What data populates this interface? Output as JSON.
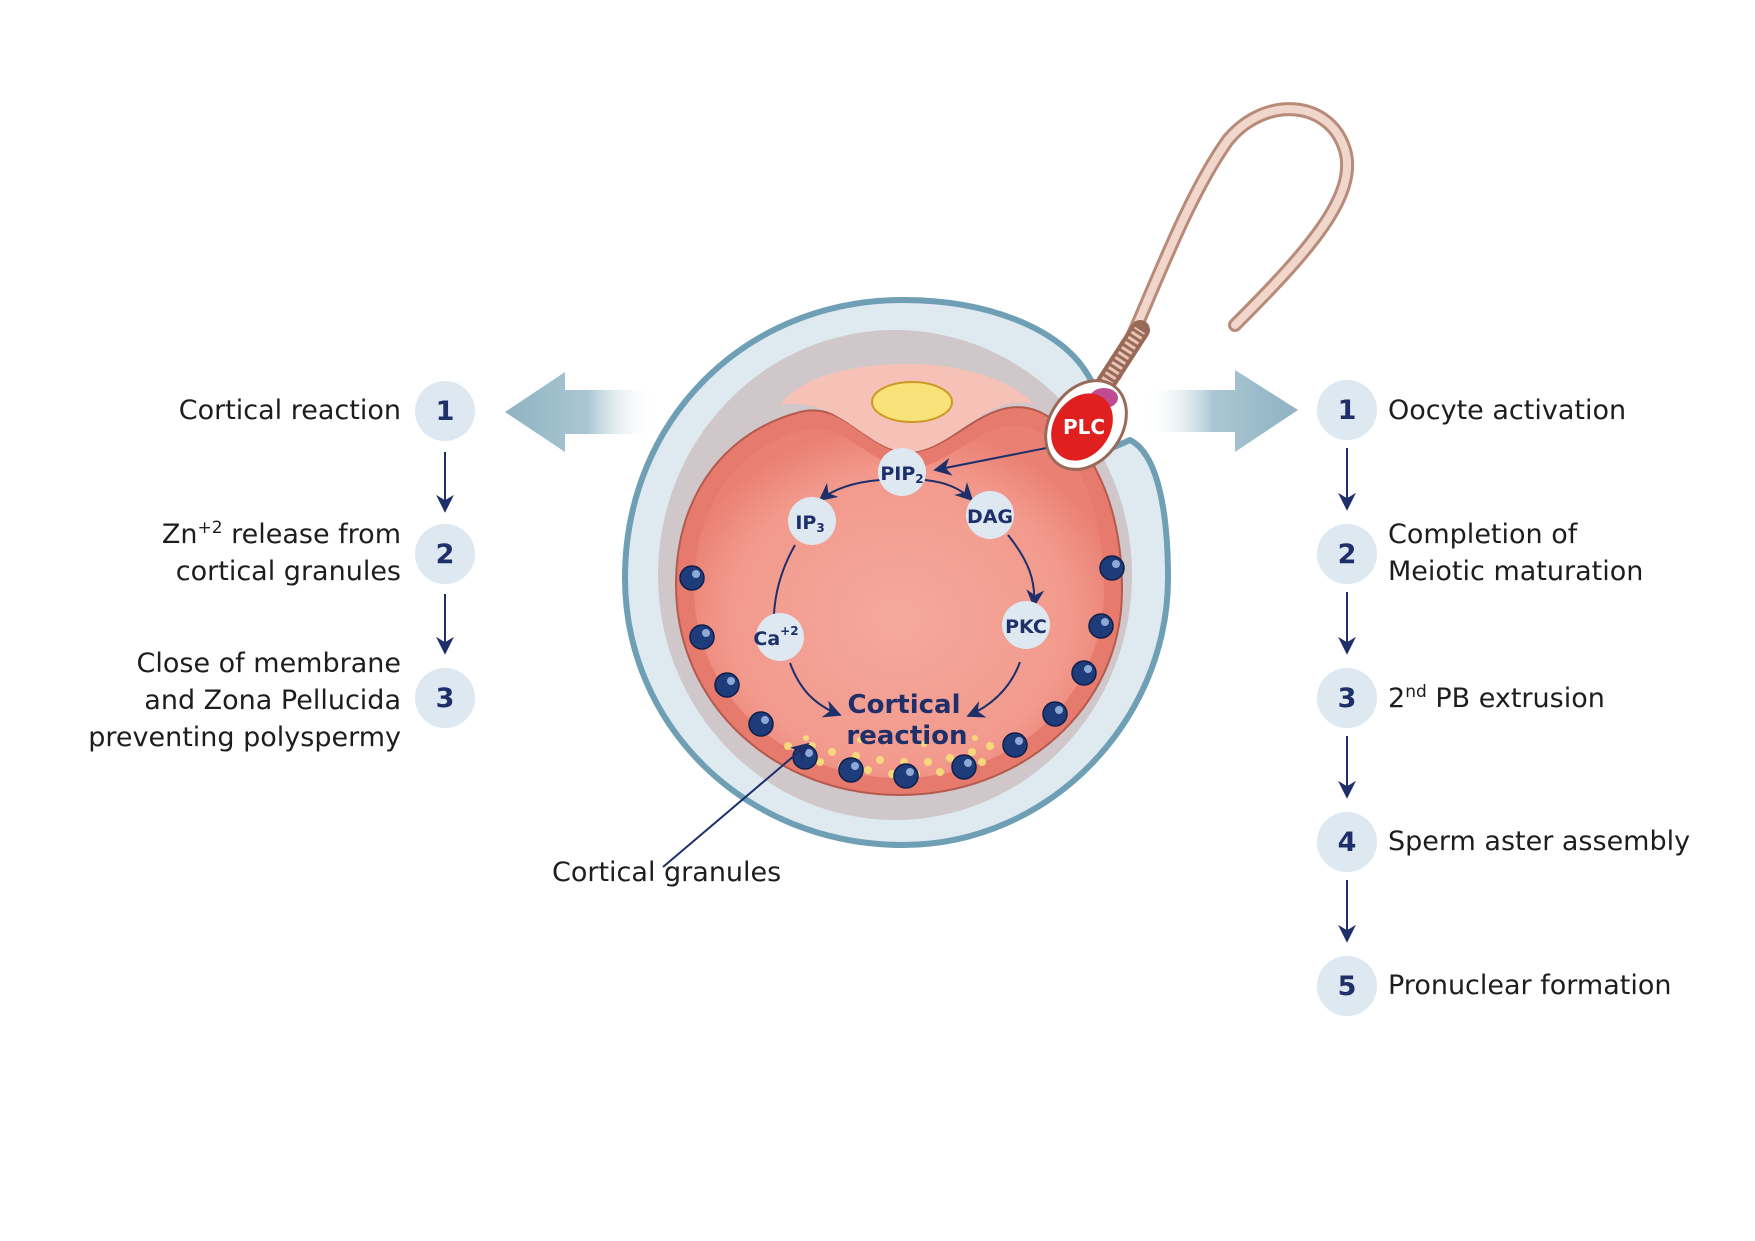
{
  "left_steps": [
    {
      "number": "1",
      "line1": "Cortical reaction",
      "line2": "",
      "line3": ""
    },
    {
      "number": "2",
      "line1_prefix": "Zn",
      "line1_sup": "+2",
      "line1_suffix": " release from",
      "line2": "cortical granules"
    },
    {
      "number": "3",
      "line1": "Close of membrane",
      "line2": "and Zona Pellucida",
      "line3": "preventing polyspermy"
    }
  ],
  "right_steps": [
    {
      "number": "1",
      "line1": "Oocyte activation"
    },
    {
      "number": "2",
      "line1": "Completion of",
      "line2": "Meiotic maturation"
    },
    {
      "number": "3",
      "prefix": "2",
      "sup": "nd",
      "suffix": " PB extrusion"
    },
    {
      "number": "4",
      "line1": "Sperm aster assembly"
    },
    {
      "number": "5",
      "line1": "Pronuclear formation"
    }
  ],
  "cycle": {
    "pip": "PIP",
    "pip_sub": "2",
    "ip": "IP",
    "ip_sub": "3",
    "dag": "DAG",
    "pkc": "PKC",
    "ca": "Ca",
    "ca_sup": "+2",
    "center_line1": "Cortical",
    "center_line2": "reaction"
  },
  "plc": "PLC",
  "granules_label": "Cortical granules",
  "colors": {
    "step_circle": "#dde8f0",
    "step_number": "#1e2f6a",
    "arrow": "#1e2f6a",
    "zona_outer": "#6f9fb5",
    "cytoplasm": "#f2978a",
    "plc_red": "#e0201f",
    "granule": "#1e3b7a"
  }
}
